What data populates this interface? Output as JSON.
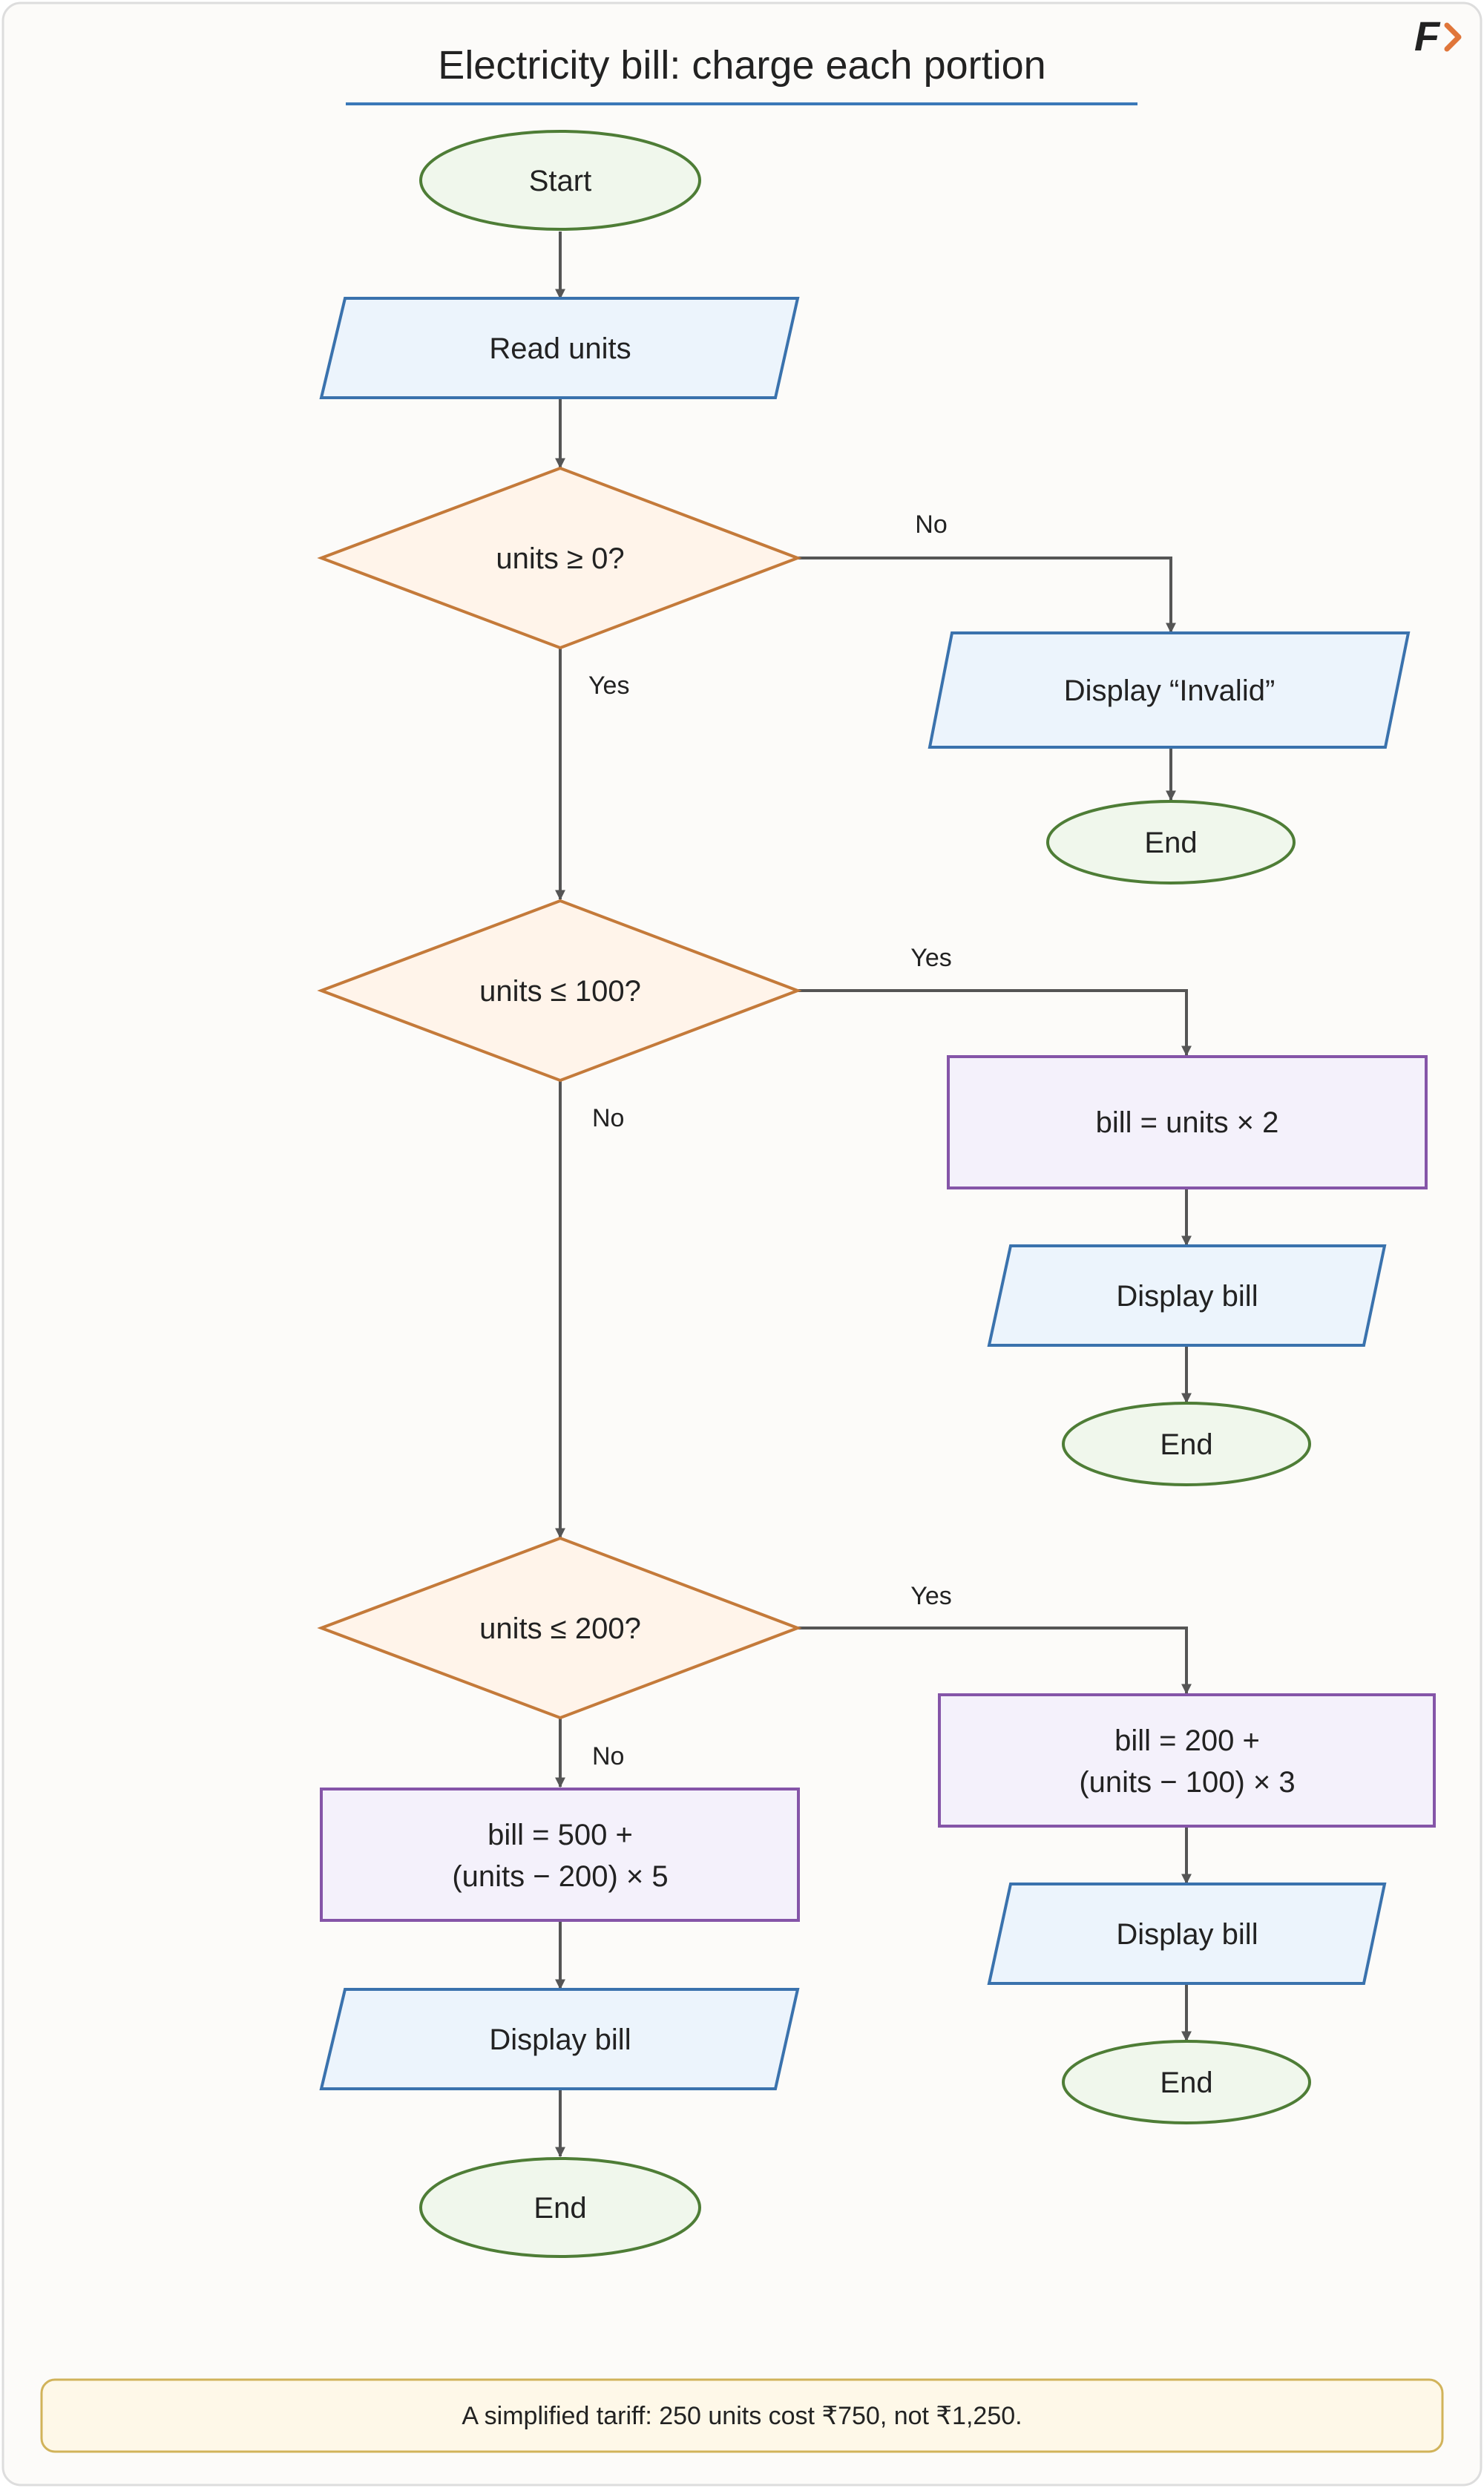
{
  "title": "Electricity bill: charge each portion",
  "footnote": "A simplified tariff: 250 units cost ₹750, not ₹1,250.",
  "logo": "F",
  "colors": {
    "page_bg": "#fcfbf9",
    "frame": "#dddddd",
    "title_rule": "#3a78b8",
    "terminal_fill": "#f0f7ec",
    "terminal_stroke": "#4e7d36",
    "io_fill": "#ecf4fc",
    "io_stroke": "#3a72ad",
    "decision_fill": "#fff4ea",
    "decision_stroke": "#c47a3a",
    "process_fill": "#f4f1fb",
    "process_stroke": "#8555a8",
    "edge": "#555555",
    "note_fill": "#fef8e8",
    "note_stroke": "#d1b35a",
    "logo_dark": "#222222",
    "logo_accent": "#e0763a"
  },
  "nodes": {
    "start": "Start",
    "read_units": "Read units",
    "check_nonneg": "units ≥ 0?",
    "display_invalid": "Display “Invalid”",
    "end_invalid": "End",
    "check_100": "units ≤ 100?",
    "bill_tier1": "bill = units × 2",
    "display_bill_1": "Display bill",
    "end_1": "End",
    "check_200": "units ≤ 200?",
    "bill_tier2_line1": "bill = 200 +",
    "bill_tier2_line2": "(units − 100) × 3",
    "display_bill_2": "Display bill",
    "end_2": "End",
    "bill_tier3_line1": "bill = 500 +",
    "bill_tier3_line2": "(units − 200) × 5",
    "display_bill_3": "Display bill",
    "end_3": "End"
  },
  "edge_labels": {
    "nonneg_no": "No",
    "nonneg_yes": "Yes",
    "le100_yes": "Yes",
    "le100_no": "No",
    "le200_yes": "Yes",
    "le200_no": "No"
  }
}
